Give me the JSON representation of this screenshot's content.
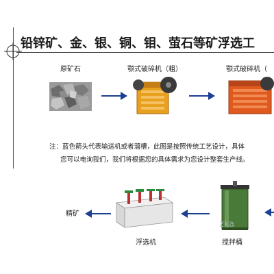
{
  "title": "铅锌矿、金、银、铜、钼、萤石等矿浮选工",
  "labels": {
    "raw_ore": "原矿石",
    "jaw_crusher_coarse": "颚式破碎机（粗）",
    "jaw_crusher_fine": "颚式破碎机（",
    "concentrate": "精矿",
    "flotation": "浮选机",
    "agitator": "搅拌桶"
  },
  "note": {
    "line1": "注：蓝色箭头代表输送机或者溜槽，此图是按照传统工艺设计，具体",
    "line2": "您可以电询我们，我们将根据您的具体需求为您设计整套生产线。"
  },
  "watermark": "zka",
  "colors": {
    "arrow": "#1c3f94",
    "machine": "#e8a020",
    "green": "#4a7a3a"
  }
}
